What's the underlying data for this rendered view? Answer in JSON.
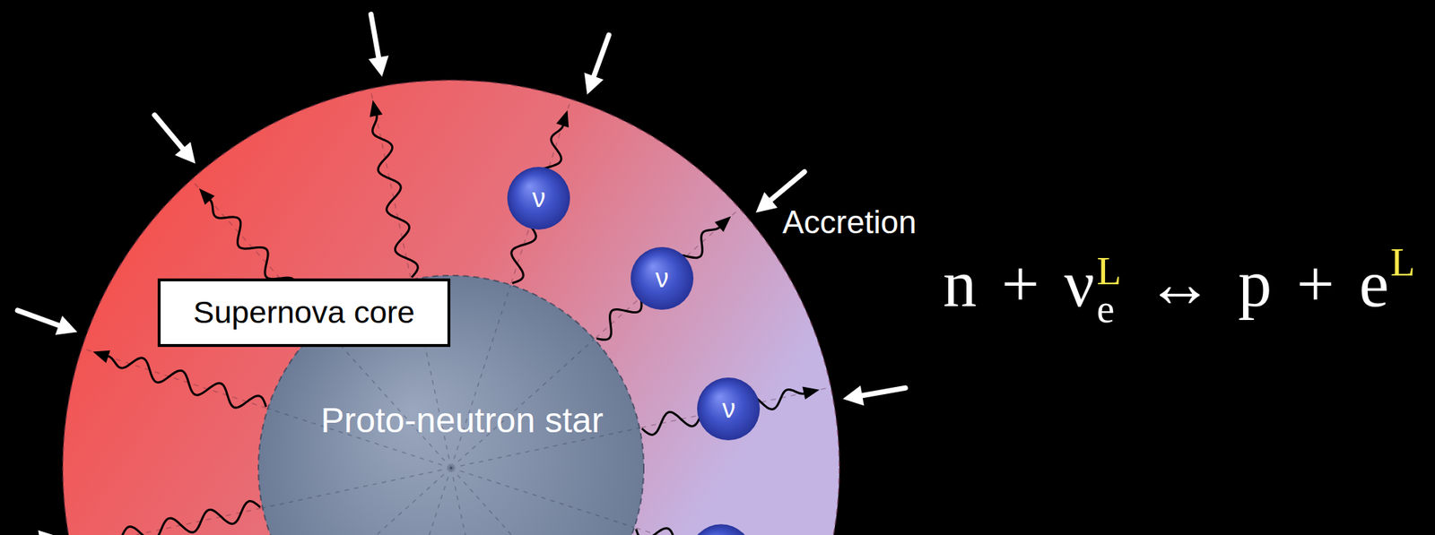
{
  "diagram": {
    "nodes": [
      {
        "text": [
          "Supernova core"
        ]
      },
      {
        "text": [
          "Proto-neutron star"
        ]
      },
      {
        "text": [
          "ν"
        ]
      },
      {
        "text": [
          "ν"
        ]
      },
      {
        "text": [
          "ν"
        ]
      }
    ],
    "labels": [
      "Accretion",
      "n",
      "+",
      "ν",
      "L",
      "e",
      "↔",
      "p",
      "+",
      "e",
      "L"
    ]
  }
}
